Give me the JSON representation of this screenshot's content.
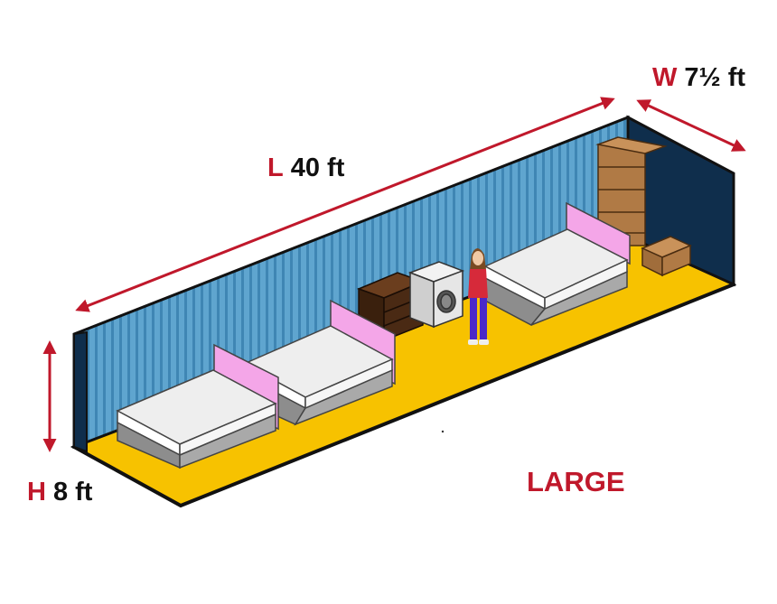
{
  "dimensions": {
    "length": {
      "letter": "L",
      "value": "40 ft"
    },
    "width": {
      "letter": "W",
      "value": "7½ ft"
    },
    "height": {
      "letter": "H",
      "value": "8 ft"
    }
  },
  "size_label": "LARGE",
  "colors": {
    "accent": "#c0182b",
    "floor": "#f7c200",
    "back_wall": "#5fa5cf",
    "end_wall": "#0f2e4c",
    "headboard": "#f4a6e8",
    "box": "#b07a45",
    "dresser": "#4a2a14"
  }
}
